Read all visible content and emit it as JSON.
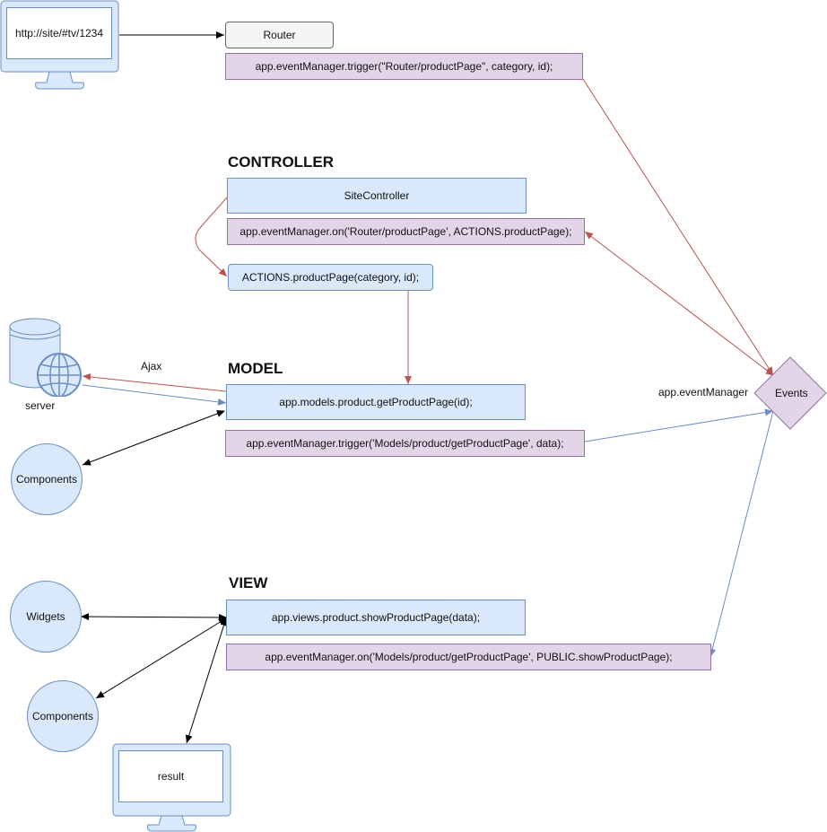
{
  "monitor_top": {
    "text": "http://site/#tv/1234"
  },
  "monitor_bottom": {
    "text": "result"
  },
  "router": {
    "label": "Router",
    "trigger": "app.eventManager.trigger(\"Router/productPage\", category, id);"
  },
  "controller": {
    "heading": "CONTROLLER",
    "name": "SiteController",
    "on": "app.eventManager.on('Router/productPage', ACTIONS.productPage);",
    "action": "ACTIONS.productPage(category, id);"
  },
  "model": {
    "heading": "MODEL",
    "call": "app.models.product.getProductPage(id);",
    "trigger": "app.eventManager.trigger('Models/product/getProductPage', data);",
    "ajax_label": "Ajax",
    "server_label": "server",
    "components_label": "Components"
  },
  "view": {
    "heading": "VIEW",
    "call": "app.views.product.showProductPage(data);",
    "on": "app.eventManager.on('Models/product/getProductPage', PUBLIC.showProductPage);",
    "widgets_label": "Widgets",
    "components_label": "Components"
  },
  "events": {
    "label": "Events",
    "manager_label": "app.eventManager"
  },
  "colors": {
    "blue_fill": "#dae8fc",
    "blue_stroke": "#6c8ebf",
    "purple_fill": "#e1d5e7",
    "purple_stroke": "#9673a6",
    "red_arrow": "#b85450",
    "blue_arrow": "#6c8ebf"
  }
}
